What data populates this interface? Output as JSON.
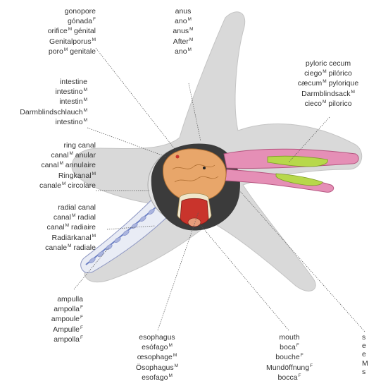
{
  "labels": [
    {
      "id": "gonopore",
      "lines": [
        [
          "gonopore",
          ""
        ],
        [
          "gónada",
          "F"
        ],
        [
          "orifice",
          "M génital"
        ],
        [
          "Genitalporus",
          "M"
        ],
        [
          "poro",
          "M genitale"
        ]
      ]
    },
    {
      "id": "anus",
      "lines": [
        [
          "anus",
          ""
        ],
        [
          "ano",
          "M"
        ],
        [
          "anus",
          "M"
        ],
        [
          "After",
          "M"
        ],
        [
          "ano",
          "M"
        ]
      ]
    },
    {
      "id": "pyloric-cecum",
      "lines": [
        [
          "pyloric cecum",
          ""
        ],
        [
          "ciego",
          "M pilórico"
        ],
        [
          "cæcum",
          "M pylorique"
        ],
        [
          "Darmblindsack",
          "M"
        ],
        [
          "cieco",
          "M pilorico"
        ]
      ]
    },
    {
      "id": "intestine",
      "lines": [
        [
          "intestine",
          ""
        ],
        [
          "intestino",
          "M"
        ],
        [
          "intestin",
          "M"
        ],
        [
          "Darmblindschlauch",
          "M"
        ],
        [
          "intestino",
          "M"
        ]
      ]
    },
    {
      "id": "ring-canal",
      "lines": [
        [
          "ring canal",
          ""
        ],
        [
          "canal",
          "M anular"
        ],
        [
          "canal",
          "M annulaire"
        ],
        [
          "Ringkanal",
          "M"
        ],
        [
          "canale",
          "M circolare"
        ]
      ]
    },
    {
      "id": "radial-canal",
      "lines": [
        [
          "radial canal",
          ""
        ],
        [
          "canal",
          "M radial"
        ],
        [
          "canal",
          "M radiaire"
        ],
        [
          "Radiärkanal",
          "M"
        ],
        [
          "canale",
          "M radiale"
        ]
      ]
    },
    {
      "id": "ampulla",
      "lines": [
        [
          "ampulla",
          ""
        ],
        [
          "ampolla",
          "F"
        ],
        [
          "ampoule",
          "F"
        ],
        [
          "Ampulle",
          "F"
        ],
        [
          "ampolla",
          "F"
        ]
      ]
    },
    {
      "id": "esophagus",
      "lines": [
        [
          "esophagus",
          ""
        ],
        [
          "esófago",
          "M"
        ],
        [
          "œsophage",
          "M"
        ],
        [
          "Ösophagus",
          "M"
        ],
        [
          "esofago",
          "M"
        ]
      ]
    },
    {
      "id": "mouth",
      "lines": [
        [
          "mouth",
          ""
        ],
        [
          "boca",
          "F"
        ],
        [
          "bouche",
          "F"
        ],
        [
          "Mundöffnung",
          "F"
        ],
        [
          "bocca",
          "F"
        ]
      ]
    },
    {
      "id": "stomach-cut",
      "lines": [
        [
          "s",
          ""
        ],
        [
          "e",
          ""
        ],
        [
          "e",
          ""
        ],
        [
          "M",
          ""
        ],
        [
          "s",
          ""
        ]
      ]
    }
  ],
  "colors": {
    "body": "#d9d9d9",
    "body_shadow": "#bfbfbf",
    "cecum_green": "#b7d84a",
    "cecum_pink": "#e58fb6",
    "stomach_orange": "#e8a66a",
    "mouth_red": "#c9342c",
    "canal_blue": "#6b7fc4",
    "line": "#555555"
  }
}
